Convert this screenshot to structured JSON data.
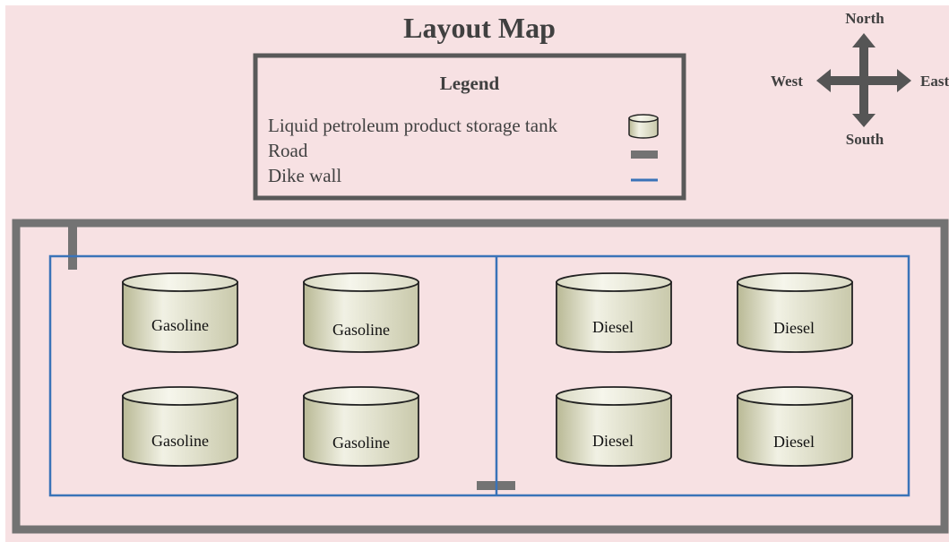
{
  "title": "Layout Map",
  "legend": {
    "title": "Legend",
    "items": [
      {
        "label": "Liquid petroleum product storage tank",
        "symbol": "tank-symbol"
      },
      {
        "label": "Road",
        "symbol": "road-symbol"
      },
      {
        "label": "Dike wall",
        "symbol": "dike-wall-symbol"
      }
    ]
  },
  "compass": {
    "north": "North",
    "south": "South",
    "west": "West",
    "east": "East"
  },
  "tanks": {
    "west_group": [
      "Gasoline",
      "Gasoline",
      "Gasoline",
      "Gasoline"
    ],
    "east_group": [
      "Diesel",
      "Diesel",
      "Diesel",
      "Diesel"
    ]
  },
  "colors": {
    "background": "#f7e1e3",
    "road": "#737373",
    "dike_wall": "#3a73b8",
    "tank_light": "#ececdc",
    "tank_dark": "#c5c5a5",
    "text": "#404040"
  }
}
